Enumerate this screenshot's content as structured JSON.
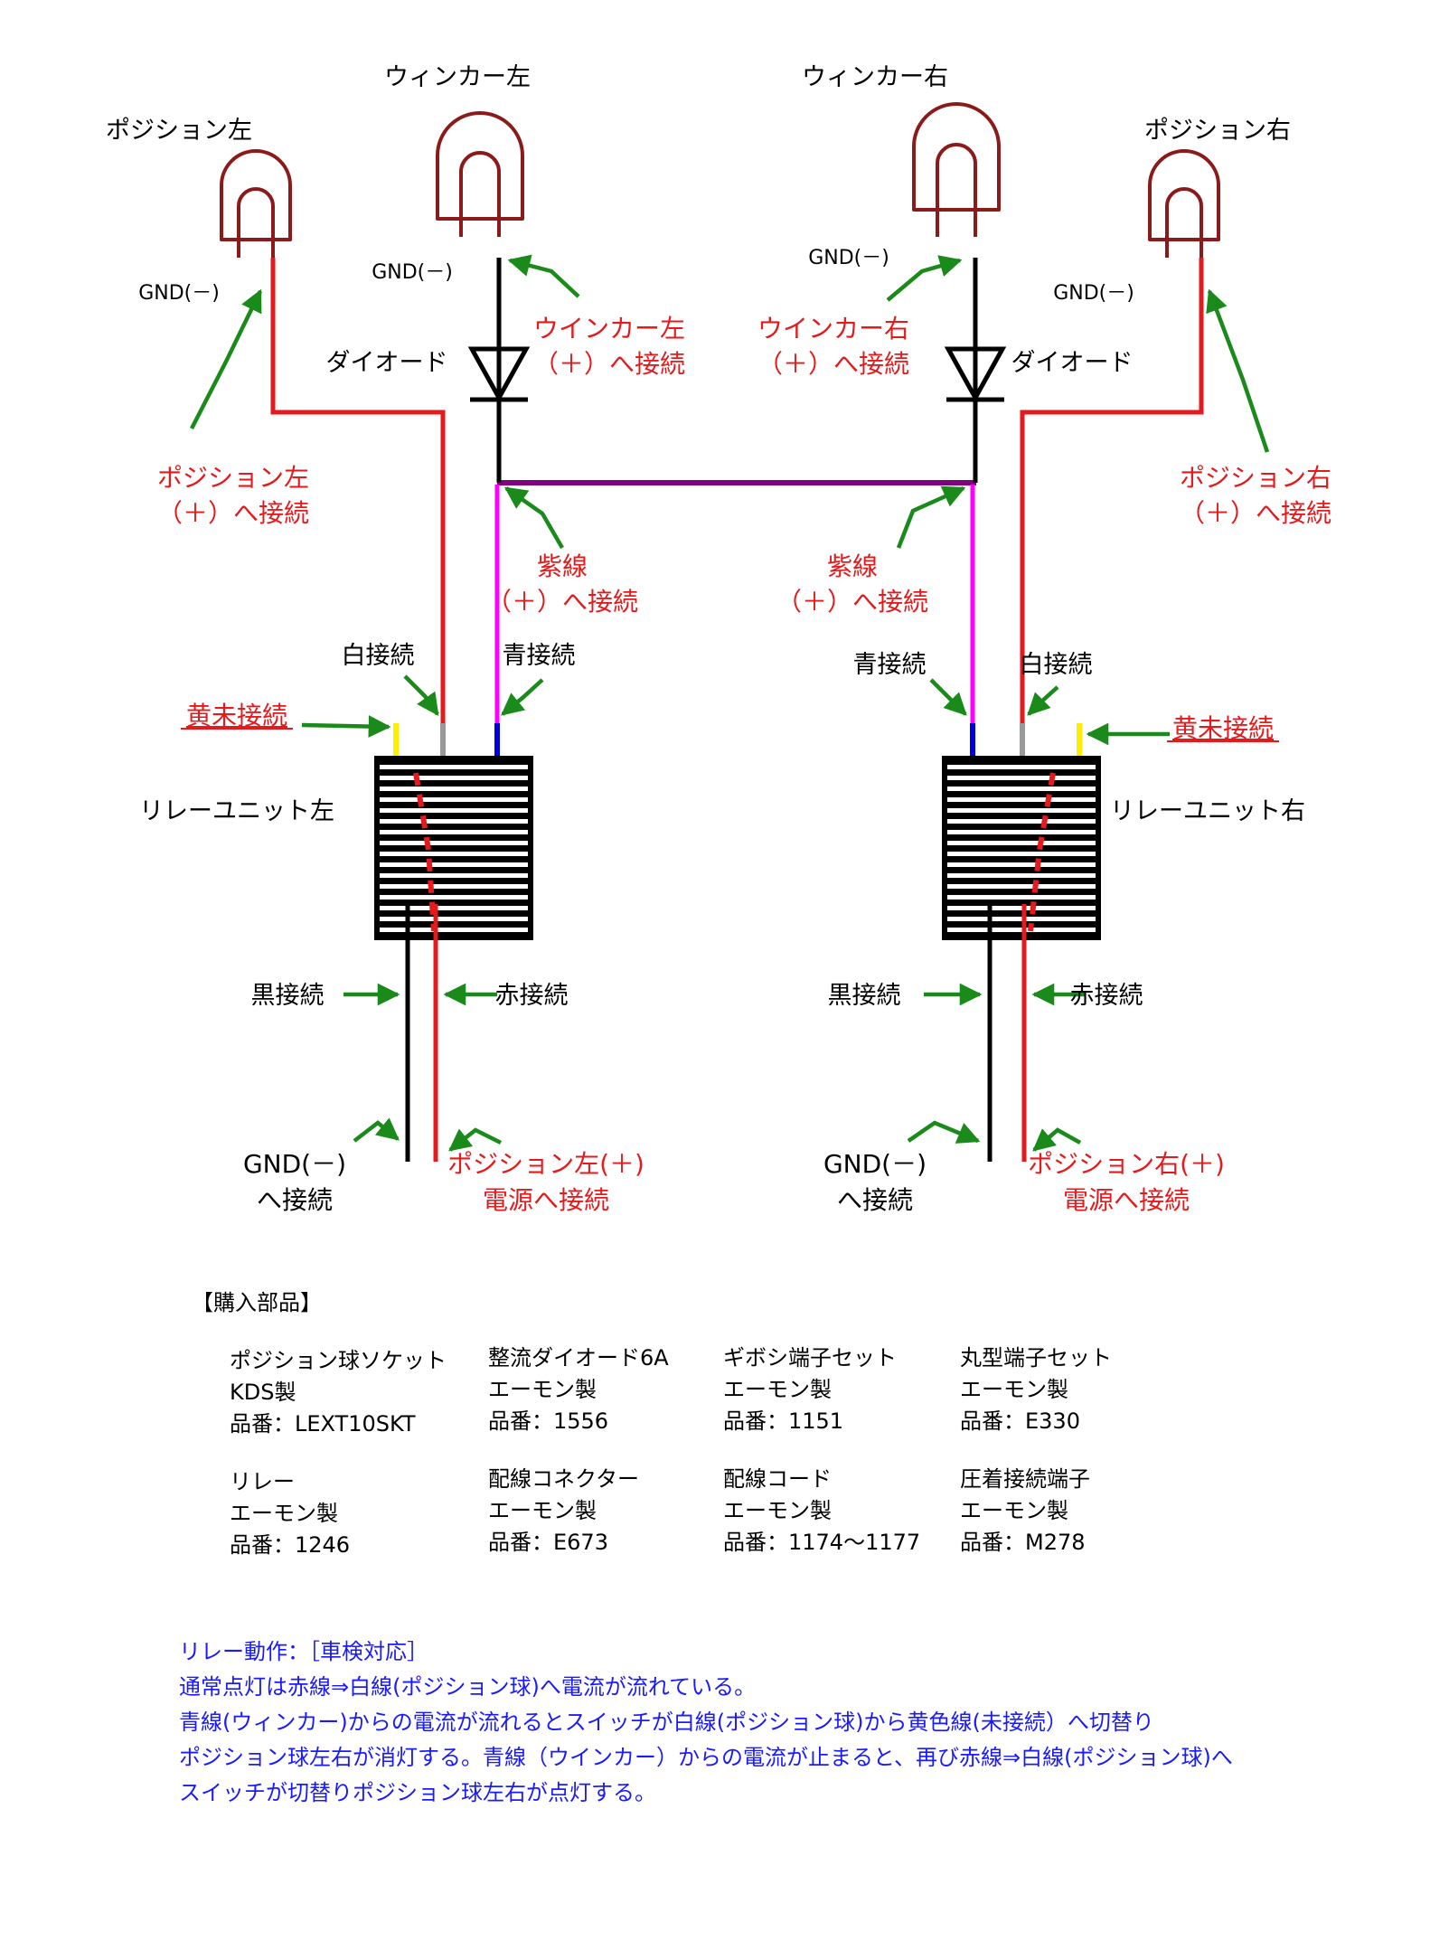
{
  "bulbs": {
    "position_left": "ポジション左",
    "winker_left": "ウィンカー左",
    "winker_right": "ウィンカー右",
    "position_right": "ポジション右"
  },
  "gnd_labels": {
    "position_left": "GND(－)",
    "winker_left": "GND(－)",
    "winker_right": "GND(－)",
    "position_right": "GND(－)"
  },
  "diode_label_left": "ダイオード",
  "diode_label_right": "ダイオード",
  "connections": {
    "winker_left_plus": [
      "ウインカー左",
      "（＋）へ接続"
    ],
    "winker_right_plus": [
      "ウインカー右",
      "（＋）へ接続"
    ],
    "position_left_plus": [
      "ポジション左",
      "（＋）へ接続"
    ],
    "position_right_plus": [
      "ポジション右",
      "（＋）へ接続"
    ],
    "purple_left": [
      "紫線",
      "（＋）へ接続"
    ],
    "purple_right": [
      "紫線",
      "（＋）へ接続"
    ]
  },
  "wire_labels": {
    "white": "白接続",
    "blue": "青接続",
    "yellow": "黄未接続",
    "black": "黒接続",
    "red": "赤接続"
  },
  "relay": {
    "left": "リレーユニット左",
    "right": "リレーユニット右"
  },
  "bottom": {
    "gnd": [
      "GND(－)",
      "へ接続"
    ],
    "power_left": [
      "ポジション左(＋)",
      "電源へ接続"
    ],
    "power_right": [
      "ポジション右(＋)",
      "電源へ接続"
    ]
  },
  "parts": {
    "heading": "【購入部品】",
    "items": [
      [
        "ポジション球ソケット",
        "KDS製",
        "品番：LEXT10SKT"
      ],
      [
        "整流ダイオード6A",
        "エーモン製",
        "品番：1556"
      ],
      [
        "ギボシ端子セット",
        "エーモン製",
        "品番：1151"
      ],
      [
        "丸型端子セット",
        "エーモン製",
        "品番：E330"
      ],
      [
        "リレー",
        "エーモン製",
        "品番：1246"
      ],
      [
        "配線コネクター",
        "エーモン製",
        "品番：E673"
      ],
      [
        "配線コード",
        "エーモン製",
        "品番：1174～1177"
      ],
      [
        "圧着接続端子",
        "エーモン製",
        "品番：M278"
      ]
    ]
  },
  "notes": [
    "リレー動作：［車検対応］",
    "通常点灯は赤線⇒白線(ポジション球)へ電流が流れている。",
    "青線(ウィンカー)からの電流が流れるとスイッチが白線(ポジション球)から黄色線(未接続）へ切替り",
    "ポジション球左右が消灯する。青線（ウインカー）からの電流が止まると、再び赤線⇒白線(ポジション球)へ",
    "スイッチが切替りポジション球左右が点灯する。"
  ],
  "colors": {
    "dark_red": "#8b1a1a",
    "red": "#e41a1c",
    "green": "#1a8a1a",
    "magenta": "#ff00ff",
    "purple": "#800080",
    "blue": "#0000dd",
    "yellow": "#ffee00",
    "gray": "#999999",
    "text_blue": "#1a1aff"
  }
}
